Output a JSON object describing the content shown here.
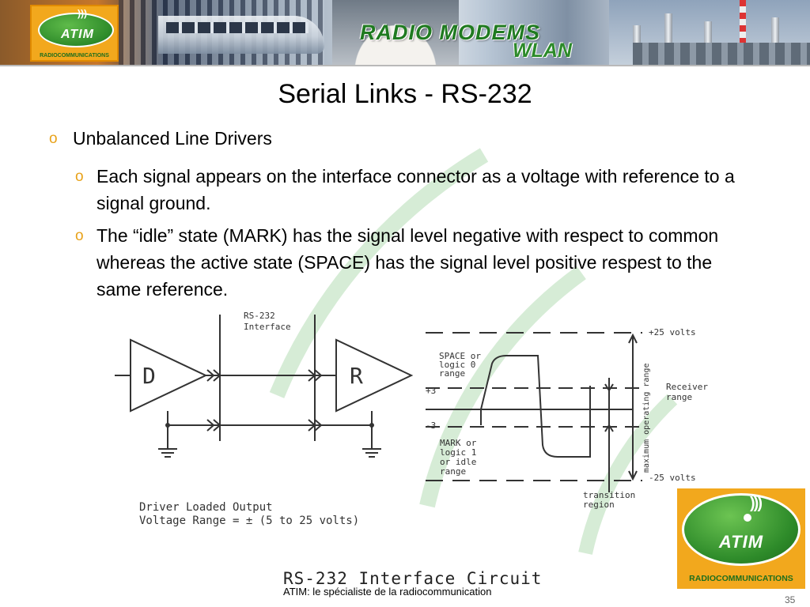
{
  "banner": {
    "logo_text": "ATIM",
    "logo_subtext": "RADIOCOMMUNICATIONS",
    "title": "RADIO MODEMS",
    "subtitle": "WLAN"
  },
  "slide": {
    "title": "Serial Links - RS-232",
    "bullets": [
      {
        "text": "Unbalanced Line Drivers"
      },
      {
        "text": "Each signal appears on the interface connector as a voltage with reference to a signal ground."
      },
      {
        "text": "The “idle” state (MARK) has the signal level negative with respect to common whereas the active state (SPACE) has the signal level positive respest to the same reference."
      }
    ]
  },
  "diagram": {
    "interface_label_1": "RS-232",
    "interface_label_2": "Interface",
    "driver": "D",
    "receiver": "R",
    "driver_output_1": "Driver Loaded Output",
    "driver_output_2": "Voltage Range = ± (5 to 25 volts)",
    "plus25": "+25 volts",
    "minus25": "-25 volts",
    "plus3": "+3",
    "minus3": "-3",
    "space_1": "SPACE or",
    "space_2": "logic 0",
    "space_3": "range",
    "mark_1": "MARK or",
    "mark_2": "logic 1",
    "mark_3": "or idle",
    "mark_4": "range",
    "receiver_range_1": "Receiver",
    "receiver_range_2": "range",
    "max_range": "maximum operating range",
    "transition_1": "transition",
    "transition_2": "region",
    "caption": "RS-232 Interface Circuit"
  },
  "footer": {
    "text": "ATIM: le spécialiste de la radiocommunication",
    "page": "35"
  },
  "corner_logo": {
    "text": "ATIM",
    "subtext": "RADIOCOMMUNICATIONS"
  },
  "colors": {
    "bullet": "#e8a21a",
    "brand_green": "#2e8b2a",
    "brand_orange": "#f2a81d",
    "arc": "#d6ecd6"
  }
}
